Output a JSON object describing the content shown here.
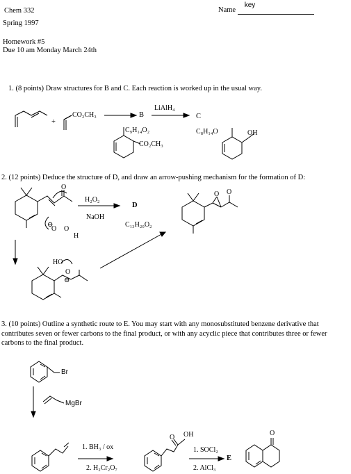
{
  "header": {
    "course": "Chem 332",
    "term": "Spring 1997",
    "title": "Homework #5",
    "due": "Due 10 am Monday March 24th",
    "name_label": "Name",
    "name_value": "key"
  },
  "q1": {
    "prompt": "1.  (8 points) Draw structures for  B and C. Each reaction is worked up in the usual way.",
    "plus": "+",
    "ester_label": "CO₂CH₃",
    "B": "B",
    "C": "C",
    "reagent": "LiAlH₄",
    "formula_B": "C₉H₁₄O₂",
    "formula_C": "C₈H₁₄O",
    "product_B_label": "CO₂CH₃",
    "product_C_label": "OH"
  },
  "q2": {
    "prompt": "2.  (12 points)  Deduce the structure of D, and draw an arrow-pushing mechanism for the formation of D:",
    "reagent1": "H₂O₂",
    "reagent2": "NaOH",
    "D": "D",
    "formula_D": "C₁₃H₂₀O₂",
    "O_label": "O",
    "peroxide_O1": "O",
    "peroxide_O2": "O",
    "peroxide_H": "H",
    "HO_label": "HO",
    "minus1": "⊖",
    "minus2": "⊖",
    "epoxide_O": "O",
    "ketone_O": "O",
    "int_O": "O"
  },
  "q3": {
    "prompt": "3.  (10 points)  Outline a synthetic route to E.  You may start with any monosubstituted benzene derivative that contributes seven or fewer carbons to the final product, or with any acyclic piece that contributes three or fewer carbons to the final product.",
    "Br": "Br",
    "MgBr": "MgBr",
    "step1a": "1. BH₃ / ox",
    "step1b": "2. H₂Cr₂O₇",
    "step2a": "1. SOCl₂",
    "step2b": "2. AlCl₃",
    "E": "E",
    "OH": "OH",
    "O": "O"
  }
}
